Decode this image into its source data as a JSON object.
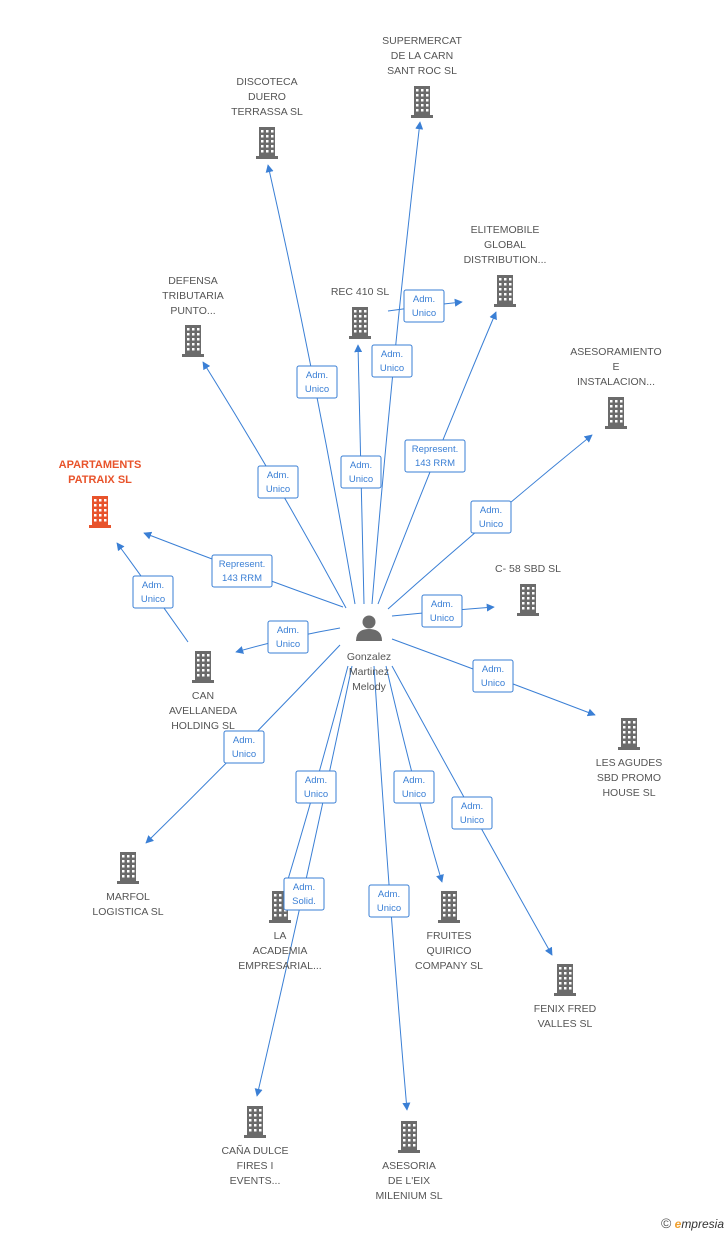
{
  "center": {
    "id": "gonzalez",
    "label": [
      "Gonzalez",
      "Martinez",
      "Melody"
    ]
  },
  "companies": [
    {
      "id": "supermercat",
      "label": [
        "SUPERMERCAT",
        "DE LA CARN",
        "SANT ROC  SL"
      ],
      "highlight": false
    },
    {
      "id": "discoteca",
      "label": [
        "DISCOTECA",
        "DUERO",
        "TERRASSA  SL"
      ],
      "highlight": false
    },
    {
      "id": "elitemobile",
      "label": [
        "ELITEMOBILE",
        "GLOBAL",
        "DISTRIBUTION..."
      ],
      "highlight": false
    },
    {
      "id": "rec410",
      "label": [
        "REC 410 SL"
      ],
      "highlight": false
    },
    {
      "id": "defensa",
      "label": [
        "DEFENSA",
        "TRIBUTARIA",
        "PUNTO..."
      ],
      "highlight": false
    },
    {
      "id": "asesoramiento",
      "label": [
        "ASESORAMIENTO",
        "E",
        "INSTALACION..."
      ],
      "highlight": false
    },
    {
      "id": "apartaments",
      "label": [
        "APARTAMENTS",
        "PATRAIX  SL"
      ],
      "highlight": true
    },
    {
      "id": "c58",
      "label": [
        "C- 58 SBD SL"
      ],
      "highlight": false
    },
    {
      "id": "canavellaneda",
      "label": [
        "CAN",
        "AVELLANEDA",
        "HOLDING  SL"
      ],
      "highlight": false
    },
    {
      "id": "lesagudes",
      "label": [
        "LES AGUDES",
        "SBD PROMO",
        "HOUSE  SL"
      ],
      "highlight": false
    },
    {
      "id": "marfol",
      "label": [
        "MARFOL",
        "LOGISTICA  SL"
      ],
      "highlight": false
    },
    {
      "id": "academia",
      "label": [
        "LA",
        "ACADEMIA",
        "EMPRESARIAL..."
      ],
      "highlight": false
    },
    {
      "id": "fruites",
      "label": [
        "FRUITES",
        "QUIRICO",
        "COMPANY  SL"
      ],
      "highlight": false
    },
    {
      "id": "fenix",
      "label": [
        "FENIX FRED",
        "VALLES  SL"
      ],
      "highlight": false
    },
    {
      "id": "canadulce",
      "label": [
        "CAÑA DULCE",
        "FIRES I",
        "EVENTS..."
      ],
      "highlight": false
    },
    {
      "id": "asesoria",
      "label": [
        "ASESORIA",
        "DE L'EIX",
        "MILENIUM SL"
      ],
      "highlight": false
    }
  ],
  "edges": [
    {
      "from": "gonzalez",
      "to": "supermercat",
      "label": [
        "Adm.",
        "Unico"
      ]
    },
    {
      "from": "gonzalez",
      "to": "discoteca",
      "label": [
        "Adm.",
        "Unico"
      ]
    },
    {
      "from": "gonzalez",
      "to": "rec410",
      "label": [
        "Adm.",
        "Unico"
      ]
    },
    {
      "from": "rec410",
      "to": "elitemobile",
      "label": [
        "Adm.",
        "Unico"
      ]
    },
    {
      "from": "gonzalez",
      "to": "elitemobile",
      "label": [
        "Represent.",
        "143 RRM"
      ]
    },
    {
      "from": "gonzalez",
      "to": "defensa",
      "label": [
        "Adm.",
        "Unico"
      ]
    },
    {
      "from": "gonzalez",
      "to": "asesoramiento",
      "label": [
        "Adm.",
        "Unico"
      ]
    },
    {
      "from": "gonzalez",
      "to": "apartaments",
      "label": [
        "Represent.",
        "143 RRM"
      ]
    },
    {
      "from": "canavellaneda",
      "to": "apartaments",
      "label": [
        "Adm.",
        "Unico"
      ]
    },
    {
      "from": "gonzalez",
      "to": "c58",
      "label": [
        "Adm.",
        "Unico"
      ]
    },
    {
      "from": "gonzalez",
      "to": "canavellaneda",
      "label": [
        "Adm.",
        "Unico"
      ]
    },
    {
      "from": "gonzalez",
      "to": "lesagudes",
      "label": [
        "Adm.",
        "Unico"
      ]
    },
    {
      "from": "gonzalez",
      "to": "marfol",
      "label": [
        "Adm.",
        "Unico"
      ]
    },
    {
      "from": "gonzalez",
      "to": "academia",
      "label": [
        "Adm.",
        "Unico"
      ]
    },
    {
      "from": "gonzalez",
      "to": "canadulce",
      "label": [
        "Adm.",
        "Solid."
      ]
    },
    {
      "from": "gonzalez",
      "to": "fruites",
      "label": [
        "Adm.",
        "Unico"
      ]
    },
    {
      "from": "gonzalez",
      "to": "fenix",
      "label": [
        "Adm.",
        "Unico"
      ]
    },
    {
      "from": "gonzalez",
      "to": "asesoria",
      "label": [
        "Adm.",
        "Unico"
      ]
    }
  ],
  "colors": {
    "edge": "#3a7fd5",
    "building": "#6b6b6b",
    "building_highlight": "#e8532b",
    "person": "#6b6b6b"
  },
  "footer": {
    "copyright": "©",
    "brand_initial": "e",
    "brand_rest": "mpresia"
  }
}
